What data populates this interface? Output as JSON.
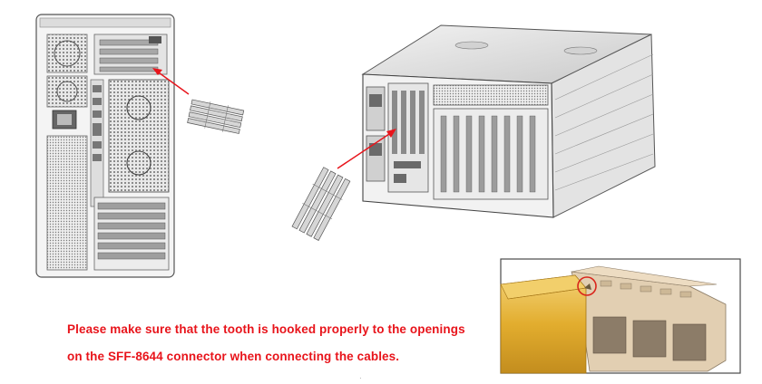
{
  "instruction": {
    "line1": "Please make sure that the tooth is hooked properly to the openings",
    "line2": "on the SFF-8644 connector when connecting the cables."
  },
  "colors": {
    "warning_text": "#e8141b",
    "arrow": "#e8141b",
    "callout_circle": "#d9261c",
    "cable_plug": "#e2ad2e",
    "connector_body": "#e2cfb2"
  },
  "icons": {
    "tower": "tower-server-rear-illustration",
    "rack": "rack-server-rear-illustration",
    "cable": "sff-8644-cable-plugs",
    "detail": "sff-8644-connector-detail"
  }
}
